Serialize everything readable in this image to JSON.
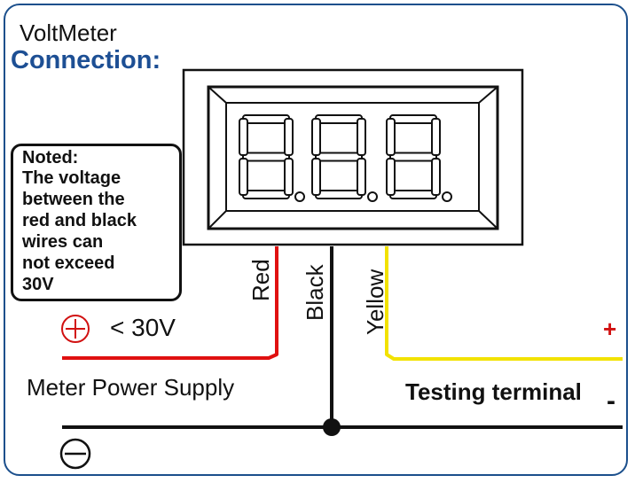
{
  "colors": {
    "frame": "#1b4f8c",
    "title_accent": "#1d4f94",
    "red_wire": "#e01010",
    "black_wire": "#111111",
    "yellow_wire": "#f2e200",
    "plus_symbol": "#d11111"
  },
  "header": {
    "title": "VoltMeter",
    "subtitle": "Connection:"
  },
  "note": {
    "lines": [
      "Noted:",
      "The voltage",
      "between the",
      "red and black",
      "wires can",
      "not exceed",
      "30V"
    ]
  },
  "display": {
    "digits": [
      "8.",
      "8.",
      "8."
    ]
  },
  "wires": {
    "red_label": "Red",
    "black_label": "Black",
    "yellow_label": "Yellow"
  },
  "labels": {
    "plus_symbol_icon": "circled-plus-icon",
    "voltage_limit": "< 30V",
    "power_supply": "Meter Power Supply",
    "testing_terminal": "Testing terminal",
    "plus_sign": "+",
    "minus_sign": "-",
    "minus_symbol_icon": "circled-minus-icon"
  }
}
